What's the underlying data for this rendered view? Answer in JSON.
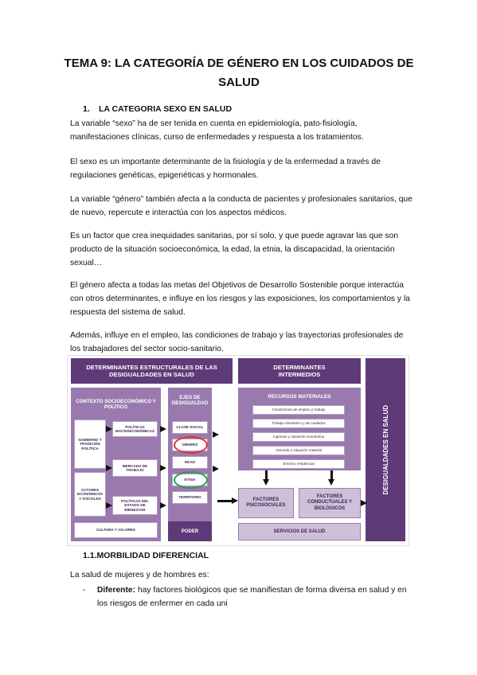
{
  "title": "TEMA 9: LA CATEGORÍA DE GÉNERO EN LOS CUIDADOS DE SALUD",
  "section1": {
    "number": "1.",
    "heading": "LA CATEGORIA SEXO EN SALUD"
  },
  "paragraphs": [
    "La variable “sexo” ha de ser tenida en cuenta en epidemiología, pato-fisiología, manifestaciones clínicas, curso de enfermedades y respuesta a los tratamientos.",
    "El sexo es un importante determinante de la fisiología y de la enfermedad a través de regulaciones genéticas, epigenéticas y hormonales.",
    "La variable “género” también afecta a la conducta de pacientes y profesionales sanitarios, que de nuevo, repercute e interactúa con los aspectos médicos.",
    "Es un factor que crea inequidades sanitarias, por sí solo, y que puede agravar las que son producto de la situación socioeconómica, la edad, la etnia, la discapacidad, la orientación sexual…",
    "El género afecta a todas las metas del Objetivos de Desarrollo Sostenible porque interactúa con otros determinantes, e influye en los riesgos y las exposiciones, los comportamientos y la respuesta del sistema de salud.",
    "Además, influye en el empleo, las condiciones de trabajo y las trayectorias profesionales de los trabajadores del sector socio-sanitario."
  ],
  "diagram": {
    "structural_header": "DETERMINANTES ESTRUCTURALES DE LAS DESIGUALDADES EN SALUD",
    "intermediate_header": "DETERMINANTES INTERMEDIOS",
    "outcome": "DESIGUALDADES EN SALUD",
    "context_title": "CONTEXTO SOCIOECONÓMICO Y POLÍTICO",
    "context_left": [
      "GOBIERNO Y TRADICIÓN POLÍTICA",
      "ACTORES ECONÓMICOS Y SOCIALES"
    ],
    "context_right": [
      "POLÍTICAS MACROECONÓMICAS",
      "MERCADO DE TRABAJO",
      "POLÍTICAS DEL ESTADO DE BIENESTAR"
    ],
    "culture": "CULTURA Y VALORES",
    "axes_title": "EJES DE DESIGUALDAD",
    "axes": [
      "CLASE SOCIAL",
      "GÉNERO",
      "EDAD",
      "ETNIA",
      "TERRITORIO"
    ],
    "power": "PODER",
    "resources_title": "RECURSOS MATERIALES",
    "resources": [
      "Condiciones de empleo y trabajo",
      "Trabajo doméstico y de cuidados",
      "Ingresos y situación económica",
      "Vivienda y situación material",
      "Entorno residencial"
    ],
    "factors_psych": "FACTORES PSICOSOCIALES",
    "factors_behav": "FACTORES CONDUCTUALES Y BIOLÓGICOS",
    "health_services": "SERVICIOS DE SALUD",
    "colors": {
      "dark": "#5e3a78",
      "medium": "#9a7aae",
      "light": "#cfc0da",
      "highlight_red": "#e0302a",
      "highlight_green": "#2e9b4a"
    }
  },
  "section11": {
    "number": "1.1.",
    "heading": "MORBILIDAD DIFERENCIAL"
  },
  "morbidity_intro": "La salud de mujeres y de hombres es:",
  "bullets": [
    {
      "dash": "-",
      "label": "Diferente:",
      "text": " hay factores biológicos que se manifiestan de forma diversa en salud y en los riesgos de enfermer en cada uni"
    }
  ]
}
